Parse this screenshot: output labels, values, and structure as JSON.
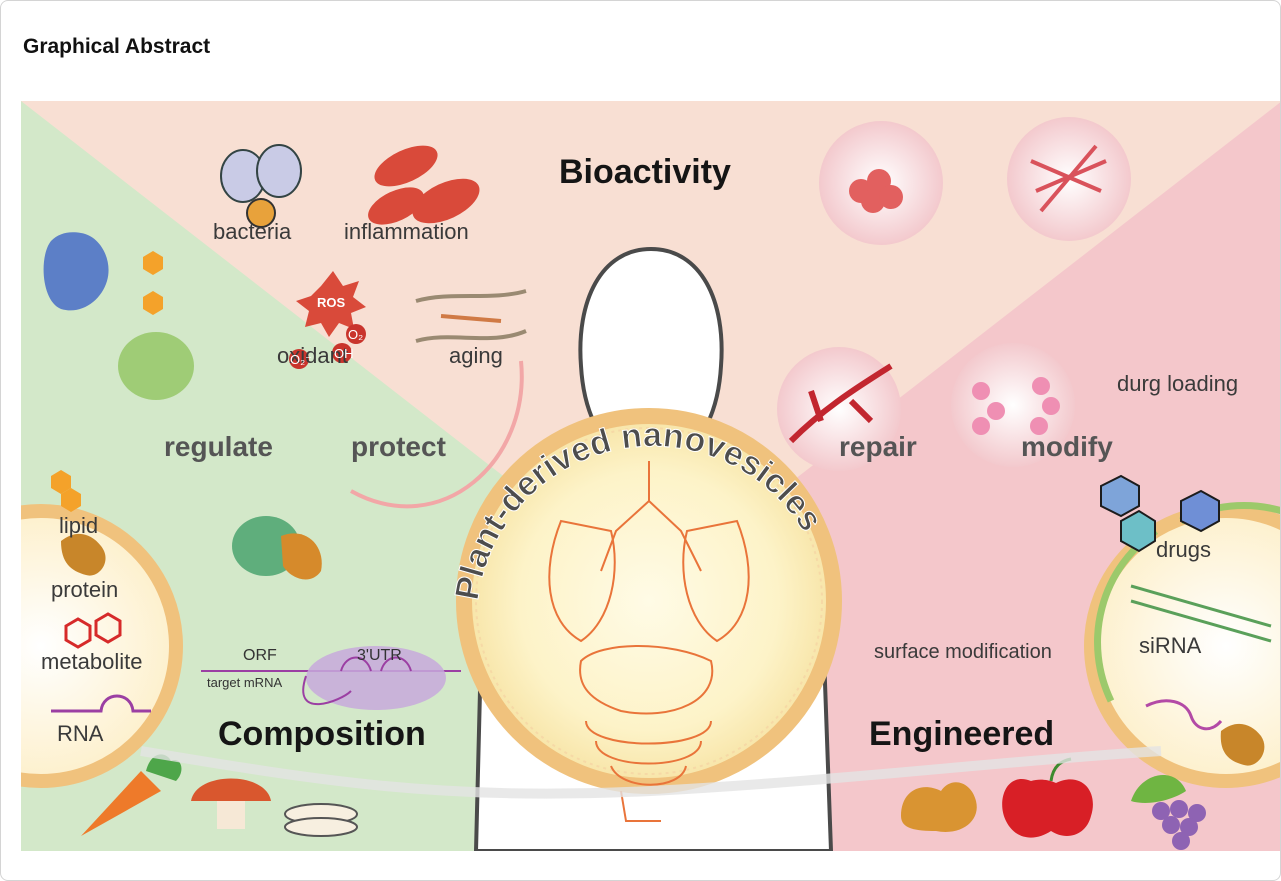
{
  "header": {
    "title": "Graphical Abstract"
  },
  "sections": {
    "bioactivity": "Bioactivity",
    "composition": "Composition",
    "engineered": "Engineered"
  },
  "actions": {
    "regulate": "regulate",
    "protect": "protect",
    "repair": "repair",
    "modify": "modify"
  },
  "bioactivity_items": {
    "bacteria": "bacteria",
    "inflammation": "inflammation",
    "oxidant": "oxidant",
    "aging": "aging",
    "ros": "ROS",
    "o2": "O₂",
    "o2minus": "O₂⁻",
    "oh": "OH"
  },
  "composition_items": {
    "lipid": "lipid",
    "protein": "protein",
    "metabolite": "metabolite",
    "rna": "RNA",
    "orf": "ORF",
    "utr": "3'UTR",
    "target_mrna": "target mRNA"
  },
  "engineered_items": {
    "drug_loading": "durg loading",
    "drugs": "drugs",
    "sirna": "siRNA",
    "surface_modification": "surface modification"
  },
  "center_title": "Plant-derived nanovesicles",
  "colors": {
    "green_panel": "#d3e8c9",
    "peach_panel": "#f8dfd3",
    "pink_panel": "#f4c7cb",
    "membrane": "#f2c98a",
    "silhouette": "#ffffff"
  }
}
